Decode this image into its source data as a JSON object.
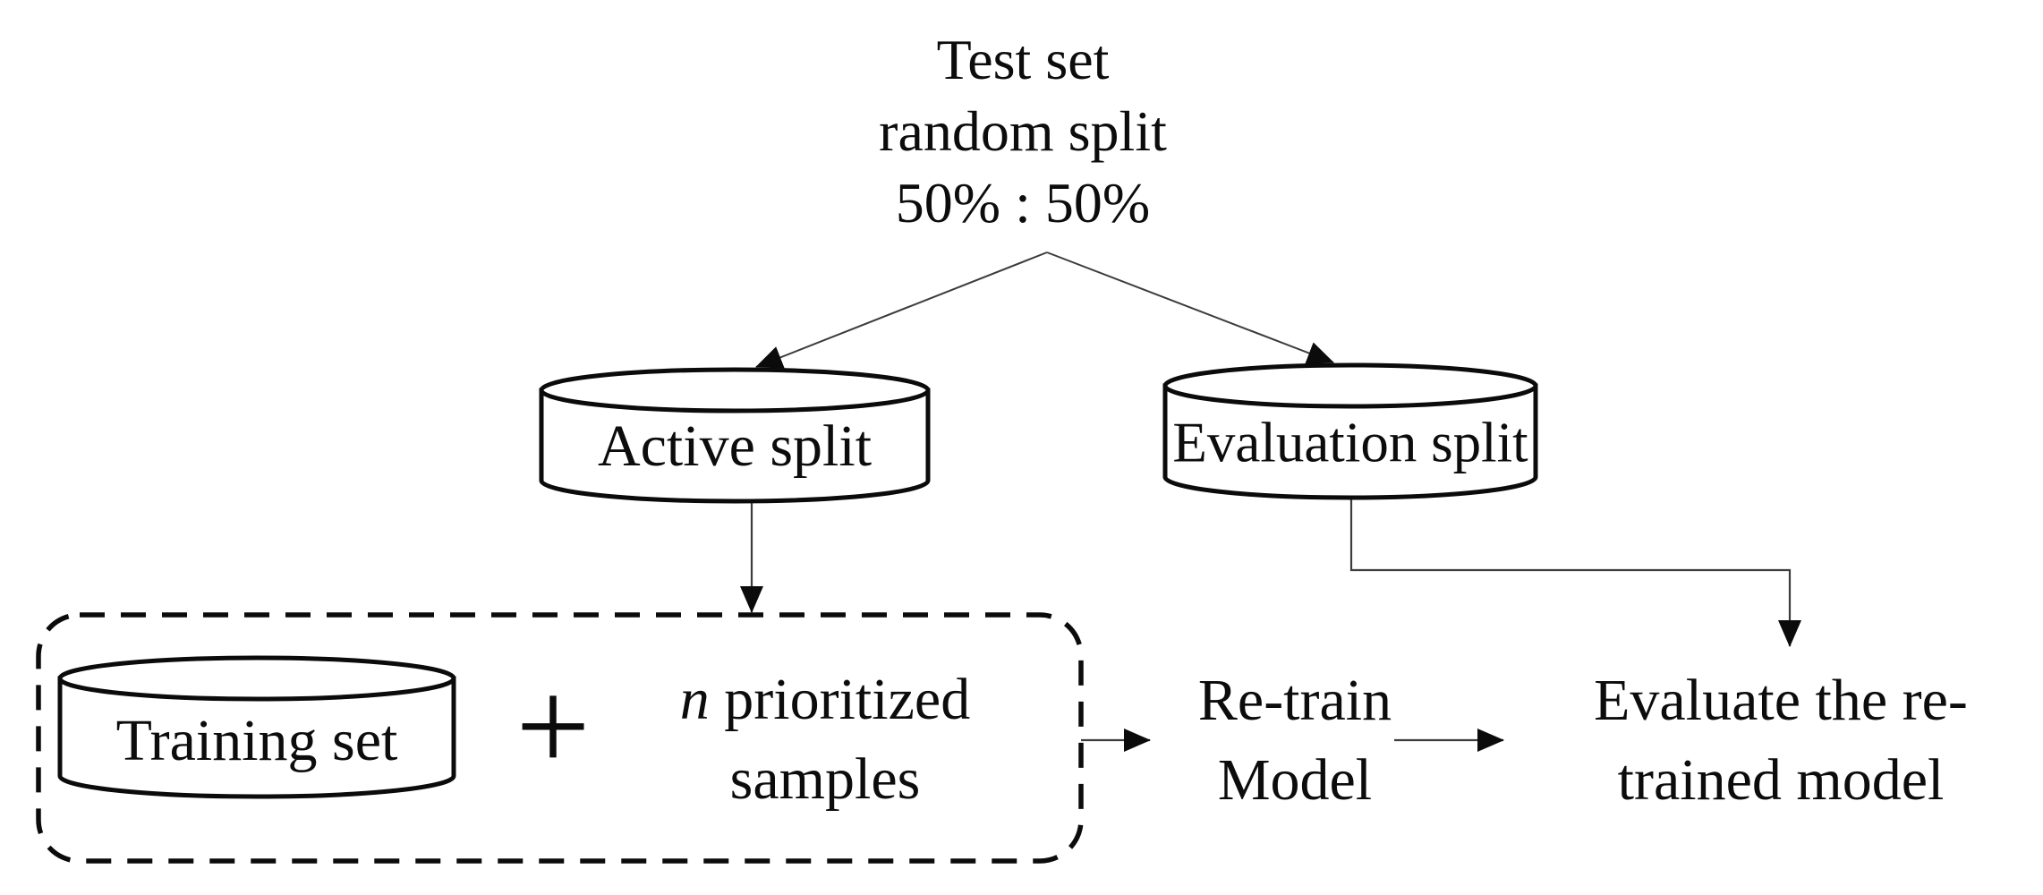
{
  "canvas": {
    "background": "#ffffff",
    "ink": "#0b0b0b",
    "connector_color": "#3c3c3c"
  },
  "top_label": {
    "line1": "Test set",
    "line2": "random split",
    "line3": "50% : 50%"
  },
  "cylinders": {
    "active": {
      "label": "Active split"
    },
    "evaluation": {
      "label": "Evaluation split"
    },
    "training": {
      "label": "Training set"
    }
  },
  "combine_box": {
    "plus": "+",
    "samples_line1_italic": "n",
    "samples_line1_rest": " prioritized",
    "samples_line2": "samples"
  },
  "retrain": {
    "line1": "Re-train",
    "line2": "Model"
  },
  "evaluate": {
    "line1": "Evaluate the re-",
    "line2": "trained model"
  }
}
